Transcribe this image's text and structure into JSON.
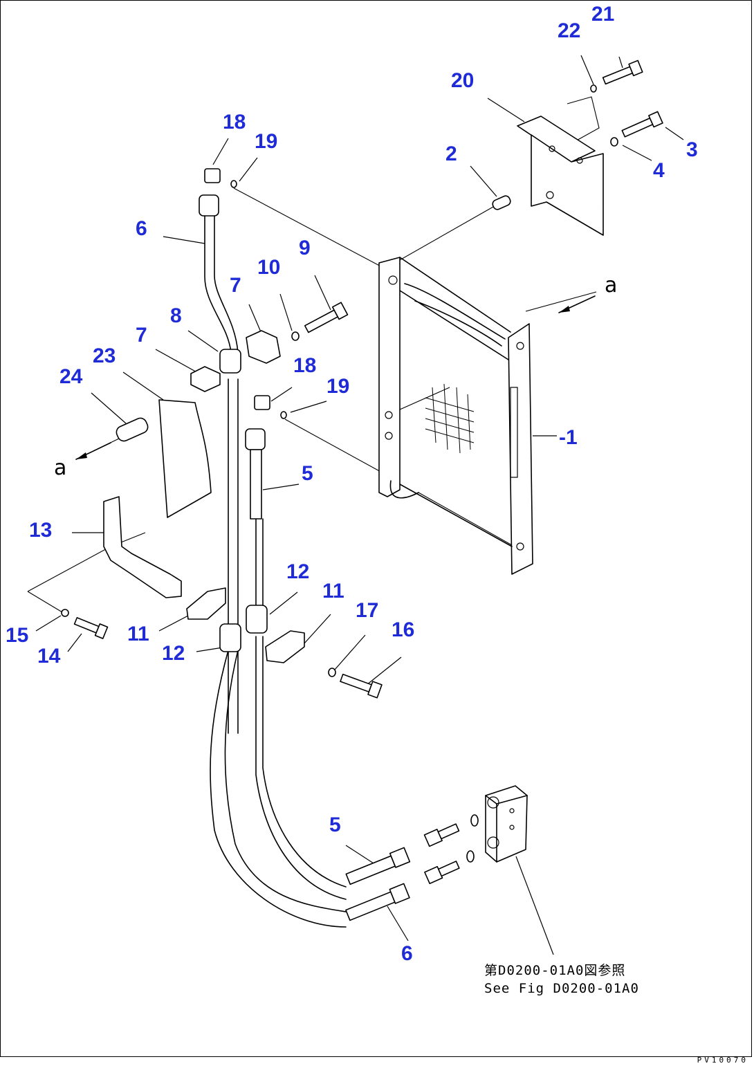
{
  "callouts": {
    "p1": "1",
    "p2": "2",
    "p3": "3",
    "p4": "4",
    "p5a": "5",
    "p5b": "5",
    "p6a": "6",
    "p6b": "6",
    "p7a": "7",
    "p7b": "7",
    "p8": "8",
    "p9": "9",
    "p10": "10",
    "p11a": "11",
    "p11b": "11",
    "p12a": "12",
    "p12b": "12",
    "p13": "13",
    "p14": "14",
    "p15": "15",
    "p16": "16",
    "p17": "17",
    "p18a": "18",
    "p18b": "18",
    "p19a": "19",
    "p19b": "19",
    "p20": "20",
    "p21": "21",
    "p22": "22",
    "p23": "23",
    "p24": "24"
  },
  "view_marks": {
    "a_upper": "a",
    "a_lower": "a"
  },
  "reference_note": {
    "line_jp": "第D0200-01A0図参照",
    "line_en": "See Fig D0200-01A0"
  },
  "drawing_number": "PV10070",
  "colors": {
    "callout": "#1f2bd6",
    "line": "#000000",
    "background": "#ffffff"
  }
}
